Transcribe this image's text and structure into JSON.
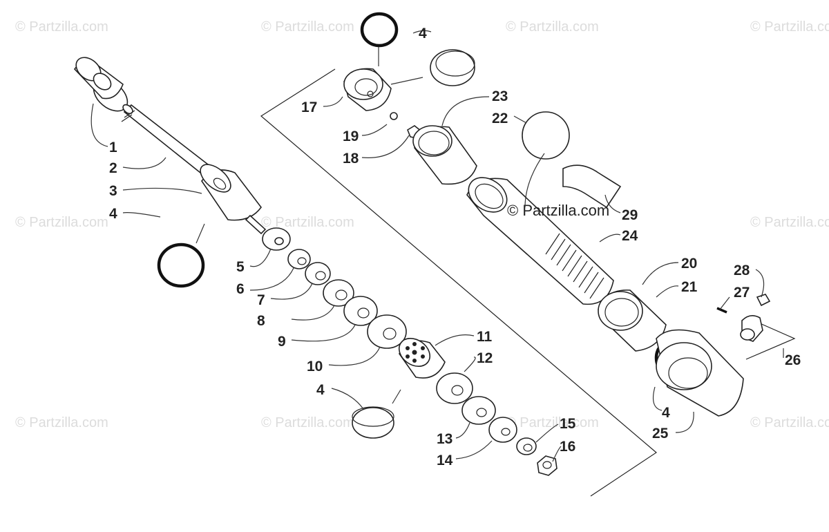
{
  "watermark": "© Partzilla.com",
  "center_watermark": "© Partzilla.com",
  "labels": {
    "l1": "1",
    "l2": "2",
    "l3": "3",
    "l4a": "4",
    "l4b": "4",
    "l4c": "4",
    "l4d": "4",
    "l5": "5",
    "l6": "6",
    "l7": "7",
    "l8": "8",
    "l9": "9",
    "l10": "10",
    "l11": "11",
    "l12": "12",
    "l13": "13",
    "l14": "14",
    "l15": "15",
    "l16": "16",
    "l17": "17",
    "l18": "18",
    "l19": "19",
    "l20": "20",
    "l21": "21",
    "l22": "22",
    "l23": "23",
    "l24": "24",
    "l25": "25",
    "l26": "26",
    "l27": "27",
    "l28": "28",
    "l29": "29"
  }
}
